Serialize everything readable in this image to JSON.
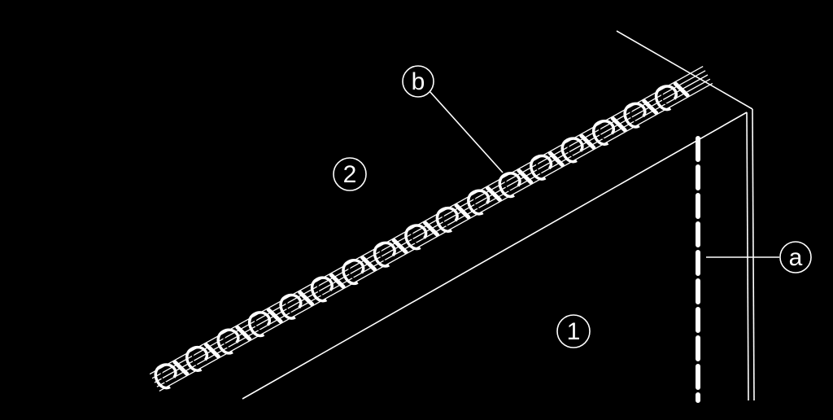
{
  "diagram": {
    "background": "#000000",
    "stroke": "#ffffff",
    "callouts": {
      "piece_1": "1",
      "piece_2": "2",
      "seam_a": "a",
      "seam_b": "b"
    }
  }
}
